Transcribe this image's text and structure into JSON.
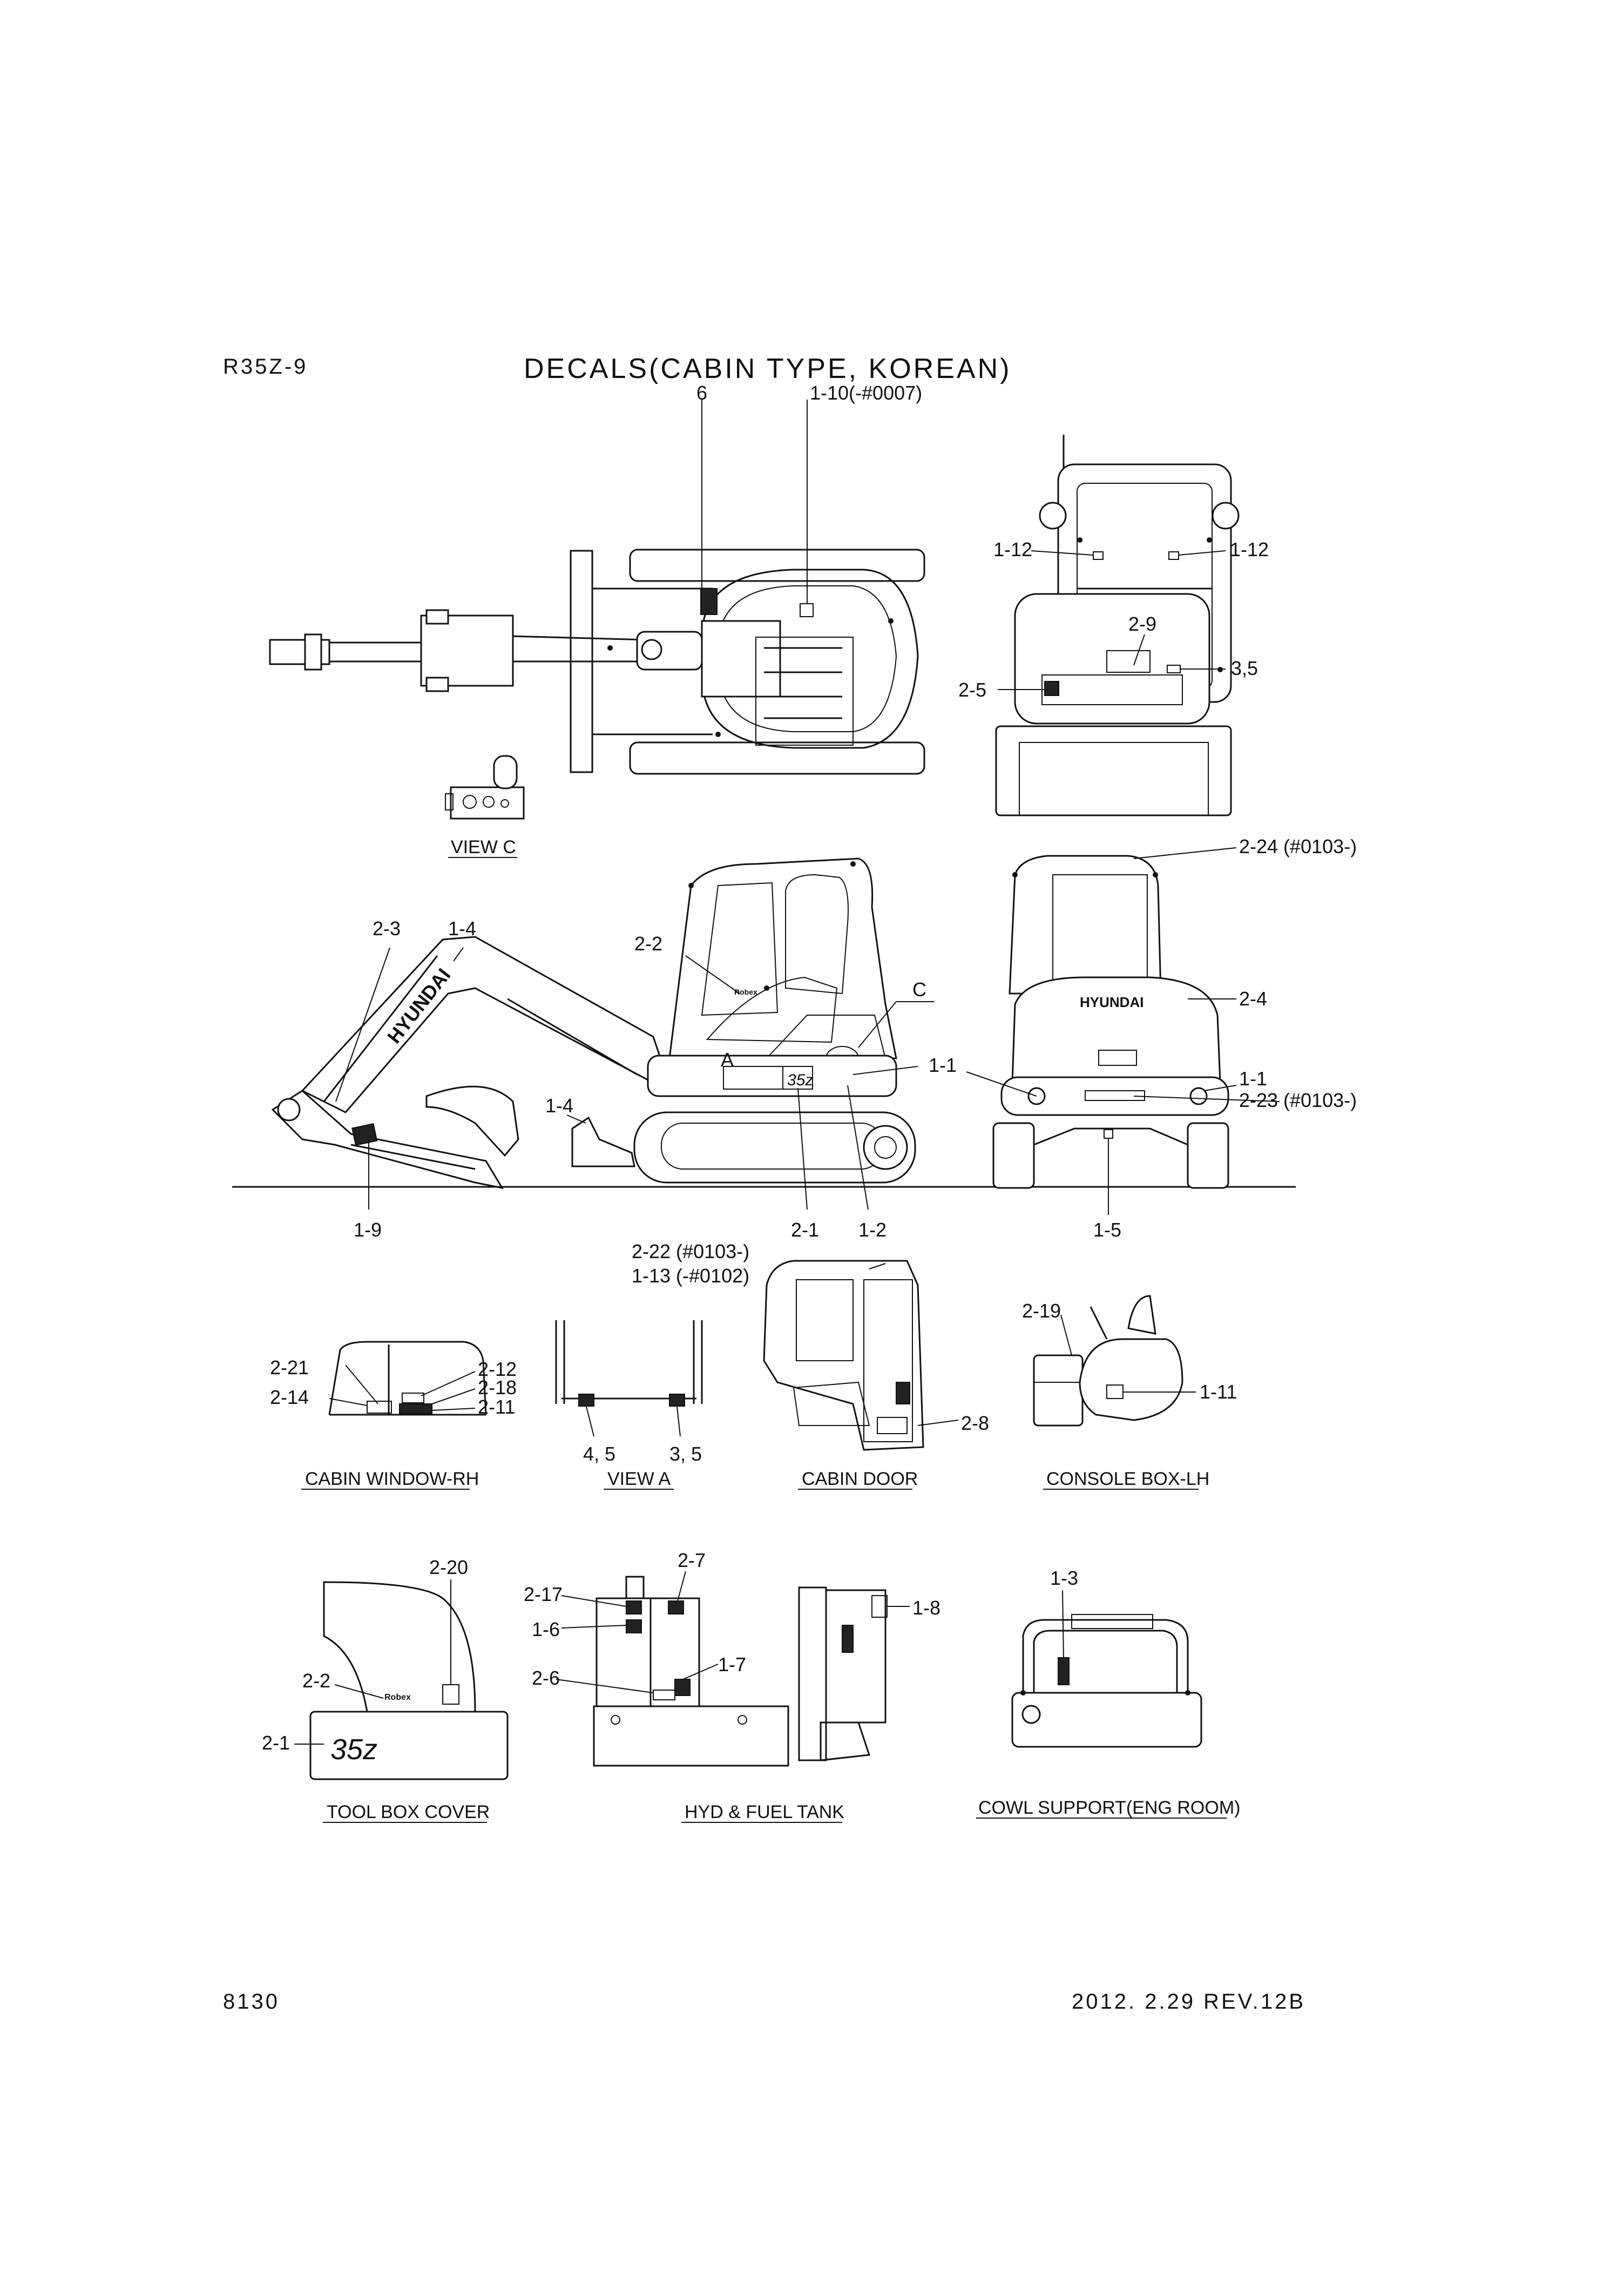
{
  "header": {
    "model": "R35Z-9",
    "title": "DECALS(CABIN TYPE, KOREAN)"
  },
  "footer": {
    "page": "8130",
    "revision": "2012. 2.29 REV.12B"
  },
  "captions": {
    "view_c": "VIEW C",
    "cabin_window_rh": "CABIN WINDOW-RH",
    "view_a": "VIEW A",
    "cabin_door": "CABIN DOOR",
    "console_box_lh": "CONSOLE BOX-LH",
    "tool_box_cover": "TOOL BOX COVER",
    "hyd_fuel_tank": "HYD & FUEL TANK",
    "cowl_support": "COWL SUPPORT(ENG ROOM)"
  },
  "markers": {
    "view_letter_c": "C",
    "view_letter_a": "A"
  },
  "branding": {
    "side_boom": "HYUNDAI",
    "rear_cowl": "HYUNDAI",
    "model_badge": "35z",
    "small_badge": "Robex"
  },
  "callouts": {
    "top_6": "6",
    "top_1_10": "1-10(-#0007)",
    "front_1_12_left": "1-12",
    "front_1_12_right": "1-12",
    "front_2_9": "2-9",
    "front_3_5": "3,5",
    "front_2_5": "2-5",
    "side_2_3": "2-3",
    "side_1_4_boom": "1-4",
    "side_2_2": "2-2",
    "side_1_1": "1-1",
    "side_1_4_blade": "1-4",
    "side_1_9": "1-9",
    "side_2_1": "2-1",
    "side_1_2": "1-2",
    "rear_2_24": "2-24 (#0103-)",
    "rear_2_4": "2-4",
    "rear_1_1": "1-1",
    "rear_2_23": "2-23 (#0103-)",
    "rear_1_5": "1-5",
    "door_2_22": "2-22 (#0103-)",
    "door_1_13": "1-13 (-#0102)",
    "door_2_8": "2-8",
    "win_2_21": "2-21",
    "win_2_14": "2-14",
    "win_2_12": "2-12",
    "win_2_18": "2-18",
    "win_2_11": "2-11",
    "viewa_4_5": "4, 5",
    "viewa_3_5": "3, 5",
    "cons_2_19": "2-19",
    "cons_1_11": "1-11",
    "tool_2_20": "2-20",
    "tool_2_2": "2-2",
    "tool_2_1": "2-1",
    "tank_2_7": "2-7",
    "tank_2_17": "2-17",
    "tank_1_6": "1-6",
    "tank_1_7": "1-7",
    "tank_2_6": "2-6",
    "tank_1_8": "1-8",
    "cowl_1_3": "1-3"
  }
}
